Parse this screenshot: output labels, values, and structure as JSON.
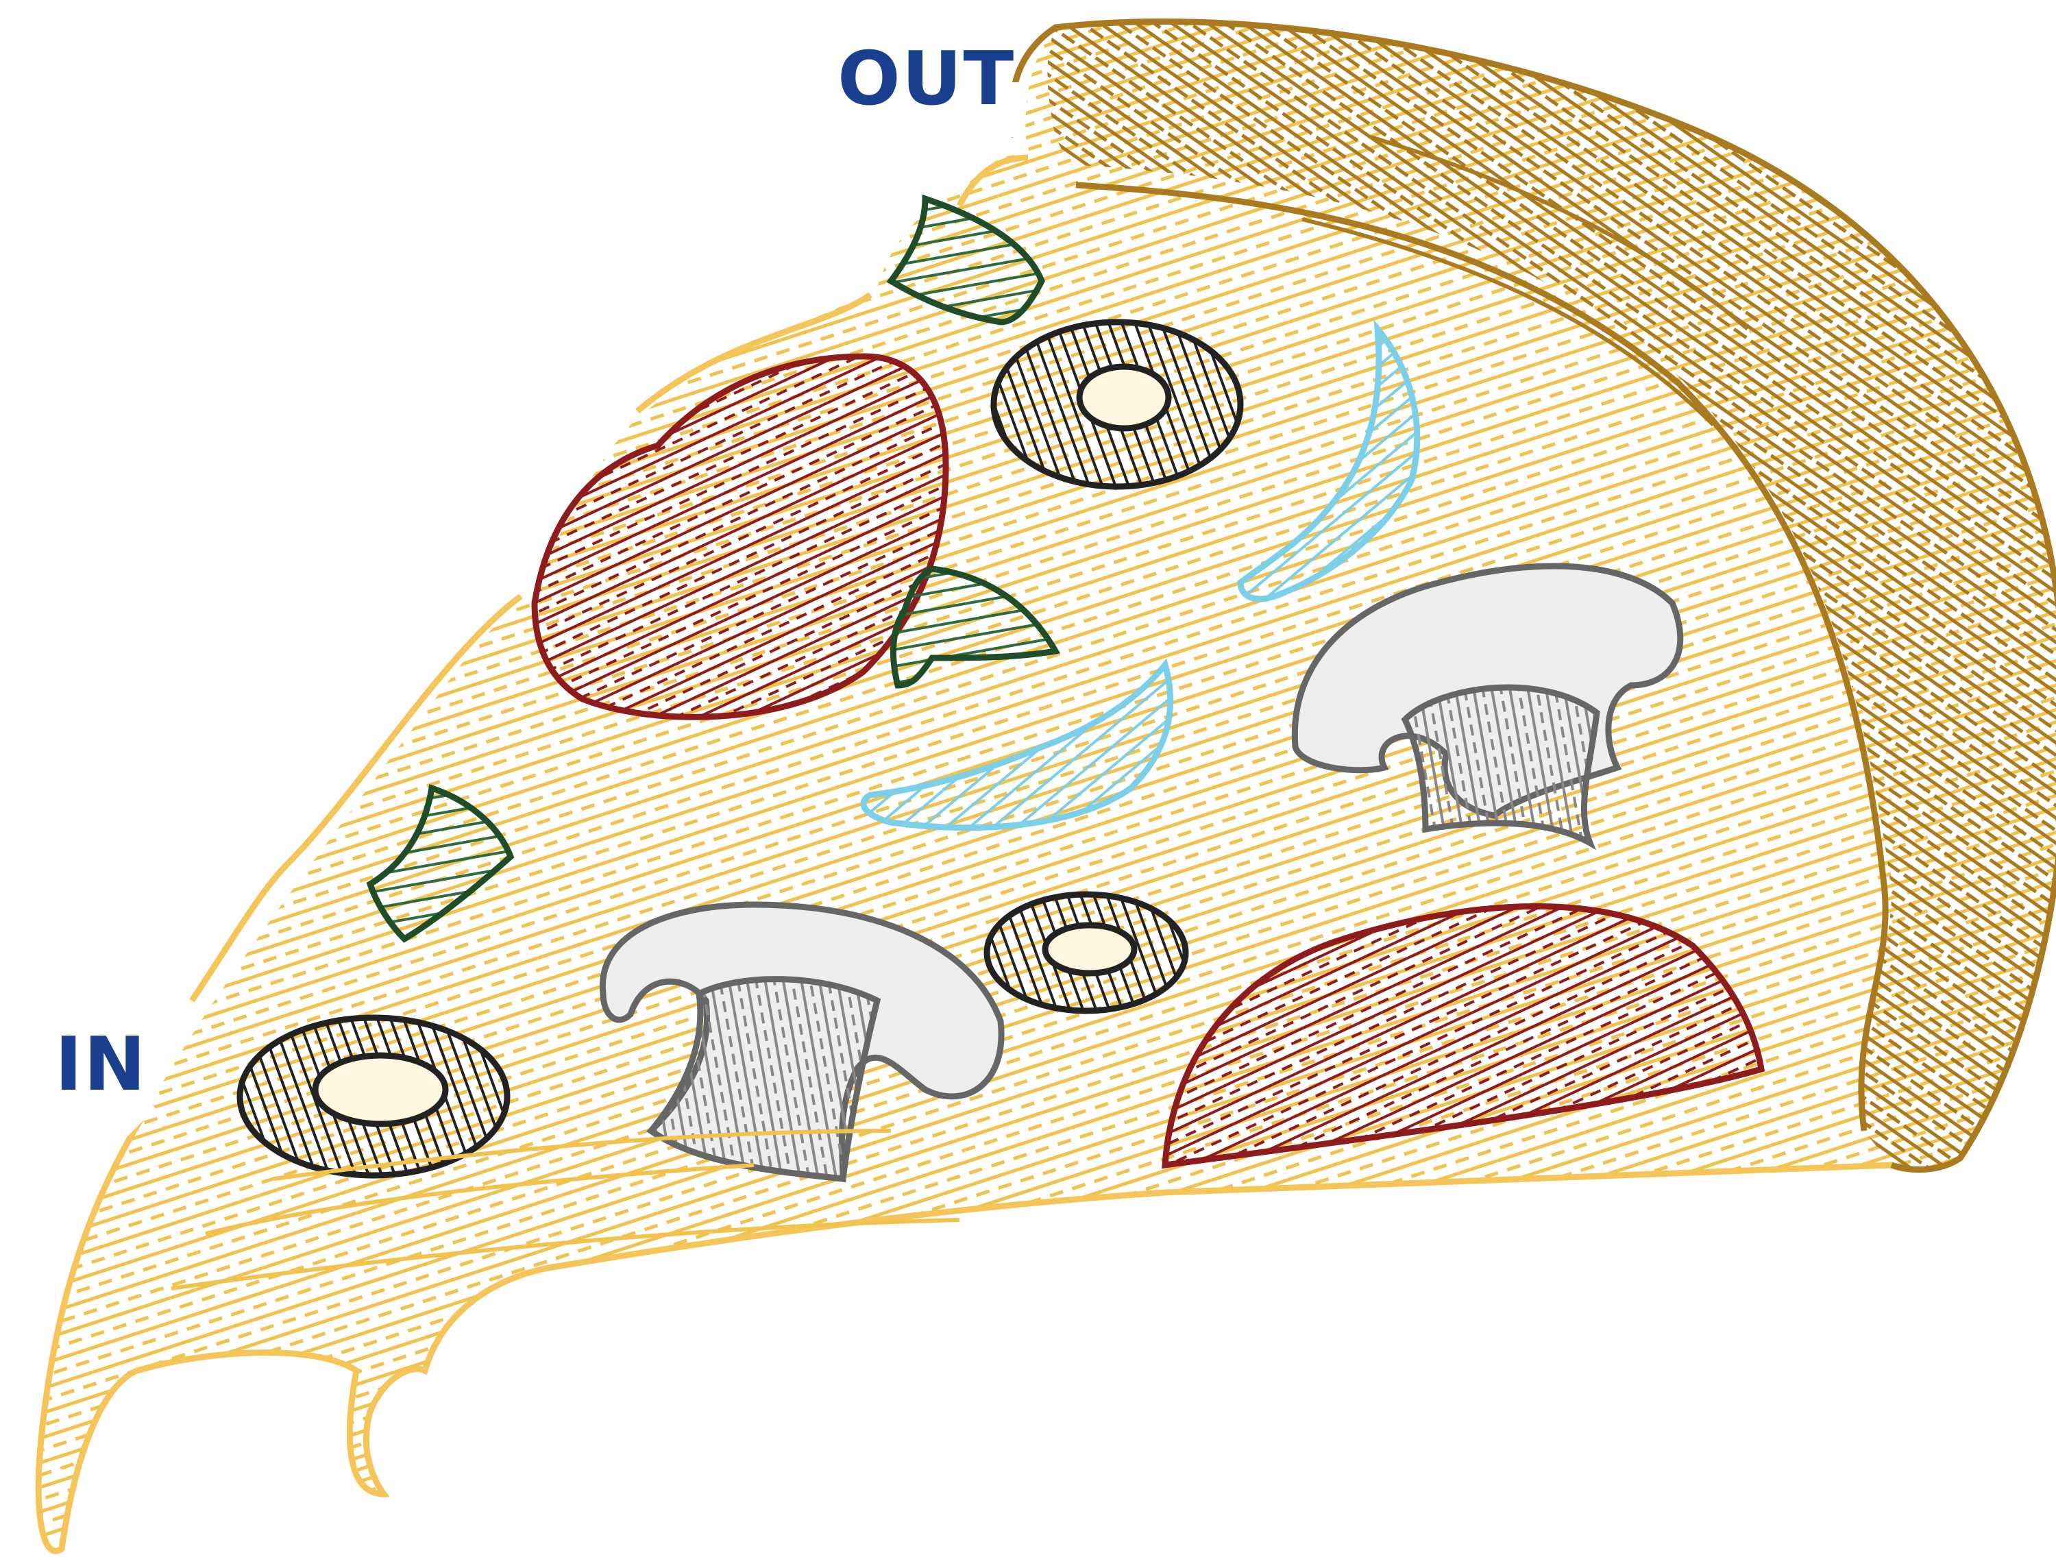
{
  "puzzle": {
    "entrance_label": "IN",
    "exit_label": "OUT"
  },
  "colors": {
    "label": "#1b3f8f",
    "cheese": "#f2c24f",
    "cheese_outline": "#f5c55a",
    "crust": "#a97a1f",
    "pepperoni": "#8f1c1c",
    "olive": "#222222",
    "mushroom": "#666666",
    "mushroom_fill": "#eeeeee",
    "green_pepper": "#1f4d2a",
    "onion": "#7ccfe8"
  },
  "toppings": [
    {
      "kind": "pepperoni"
    },
    {
      "kind": "pepperoni"
    },
    {
      "kind": "olive"
    },
    {
      "kind": "olive"
    },
    {
      "kind": "olive"
    },
    {
      "kind": "mushroom"
    },
    {
      "kind": "mushroom"
    },
    {
      "kind": "green-pepper"
    },
    {
      "kind": "green-pepper"
    },
    {
      "kind": "green-pepper"
    },
    {
      "kind": "onion"
    },
    {
      "kind": "onion"
    }
  ]
}
